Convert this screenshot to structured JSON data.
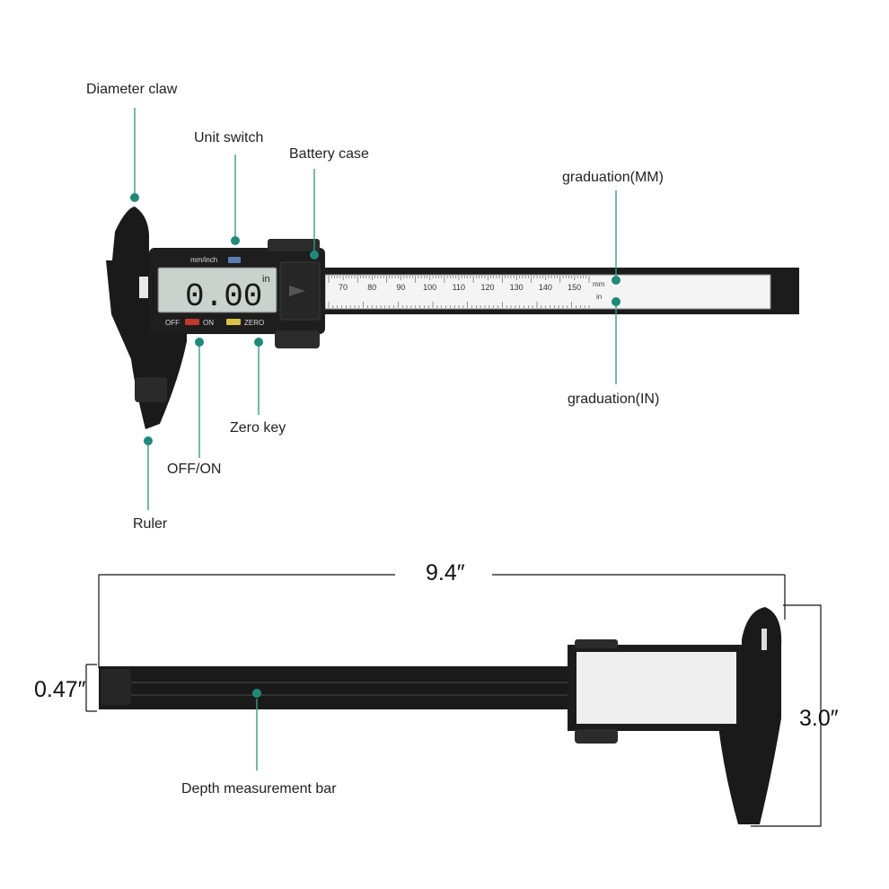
{
  "labels": {
    "diameter_claw": "Diameter claw",
    "unit_switch": "Unit switch",
    "battery_case": "Battery case",
    "graduation_mm": "graduation(MM)",
    "graduation_in": "graduation(IN)",
    "zero_key": "Zero key",
    "off_on": "OFF/ON",
    "ruler": "Ruler",
    "depth_bar": "Depth measurement bar"
  },
  "display": {
    "reading": "0.00",
    "unit": "in",
    "mode_label": "mm/inch",
    "off_label": "OFF",
    "on_label": "ON",
    "zero_label": "ZERO"
  },
  "scale": {
    "mm_ticks": [
      "70",
      "80",
      "90",
      "100",
      "110",
      "120",
      "130",
      "140",
      "150"
    ],
    "mm_unit": "mm",
    "in_unit": "in"
  },
  "dimensions": {
    "length": "9.4″",
    "thickness": "0.47″",
    "height": "3.0″"
  },
  "colors": {
    "marker": "#1f8a7a",
    "body": "#1c1c1c",
    "lcd": "#c9d2cc"
  }
}
